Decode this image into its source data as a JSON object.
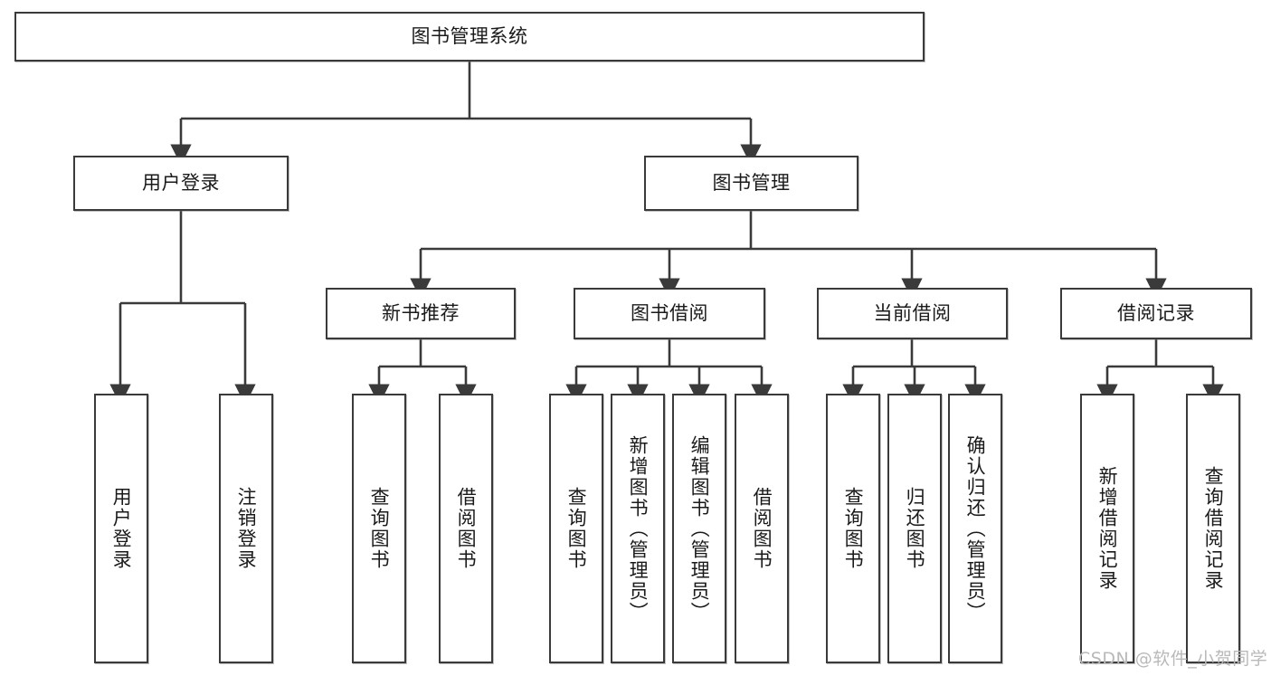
{
  "diagram": {
    "title": "图书管理系统",
    "type": "hierarchy-tree",
    "colors": {
      "box_border": "#3a3a3a",
      "box_fill": "#ffffff",
      "edge": "#3a3a3a",
      "text": "#1a1a1a",
      "watermark": "#b9b9b9"
    },
    "root": {
      "label": "图书管理系统"
    },
    "level2": [
      {
        "label": "用户登录"
      },
      {
        "label": "图书管理"
      }
    ],
    "level3": [
      {
        "label": "新书推荐"
      },
      {
        "label": "图书借阅"
      },
      {
        "label": "当前借阅"
      },
      {
        "label": "借阅记录"
      }
    ],
    "leaves": {
      "user_login": [
        {
          "label": "用户登录"
        },
        {
          "label": "注销登录"
        }
      ],
      "new_book_recommend": [
        {
          "label": "查询图书"
        },
        {
          "label": "借阅图书"
        }
      ],
      "book_borrow": [
        {
          "label": "查询图书"
        },
        {
          "label": "新增图书（管理员）"
        },
        {
          "label": "编辑图书（管理员）"
        },
        {
          "label": "借阅图书"
        }
      ],
      "current_borrow": [
        {
          "label": "查询图书"
        },
        {
          "label": "归还图书"
        },
        {
          "label": "确认归还（管理员）"
        }
      ],
      "borrow_record": [
        {
          "label": "新增借阅记录"
        },
        {
          "label": "查询借阅记录"
        }
      ]
    }
  },
  "watermark": {
    "text": "CSDN @软件_小贺同学"
  }
}
